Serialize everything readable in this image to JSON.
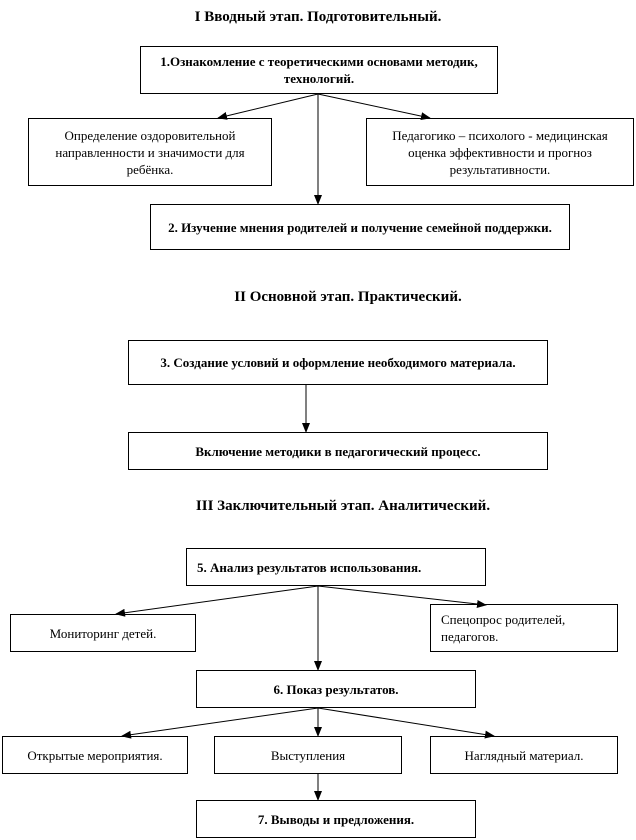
{
  "sections": {
    "s1_title": "I Вводный этап. Подготовительный.",
    "s2_title": "II Основной этап. Практический.",
    "s3_title": "III Заключительный этап. Аналитический."
  },
  "boxes": {
    "b1": "1.Ознакомление с теоретическими основами методик, технологий.",
    "b1a": "Определение оздоровительной направленности и значимости для ребёнка.",
    "b1b": "Педагогико – психолого - медицинская оценка эффективности и прогноз результативности.",
    "b2": "2. Изучение мнения родителей и получение семейной поддержки.",
    "b3": "3. Создание условий и оформление необходимого материала.",
    "b4": "Включение методики в педагогический процесс.",
    "b5": "5. Анализ результатов использования.",
    "b5a": "Мониторинг детей.",
    "b5b": "Спецопрос родителей, педагогов.",
    "b6": "6. Показ результатов.",
    "b6a": "Открытые мероприятия.",
    "b6b": "Выступления",
    "b6c": "Наглядный материал.",
    "b7": "7. Выводы и предложения."
  }
}
